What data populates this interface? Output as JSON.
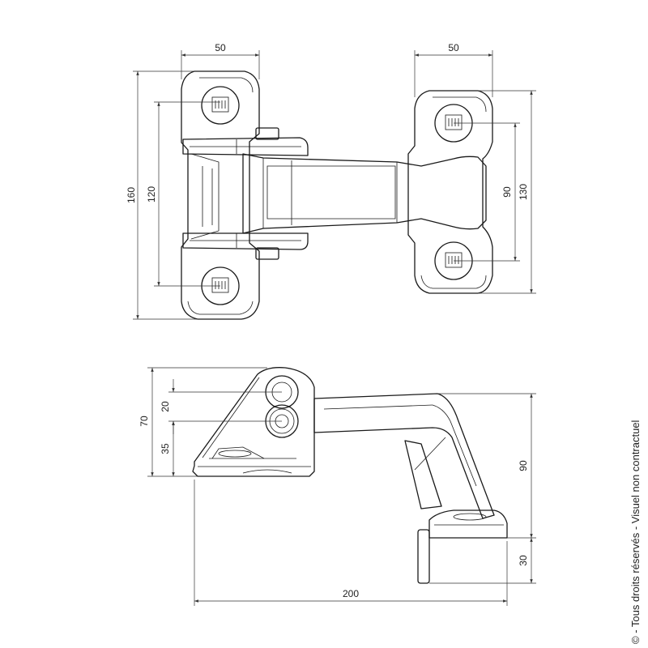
{
  "dimensions": {
    "top_view": {
      "left_width": "50",
      "right_width": "50",
      "overall_height_left": "160",
      "hole_spacing_left": "120",
      "hole_spacing_right": "90",
      "overall_height_right": "130"
    },
    "side_view": {
      "overall_height_left": "70",
      "hole_offset": "20",
      "hole_height": "35",
      "height_right": "90",
      "foot_height": "30",
      "overall_length": "200"
    }
  },
  "copyright_text": "© - Tous droits réservés - Visuel non contractuel"
}
